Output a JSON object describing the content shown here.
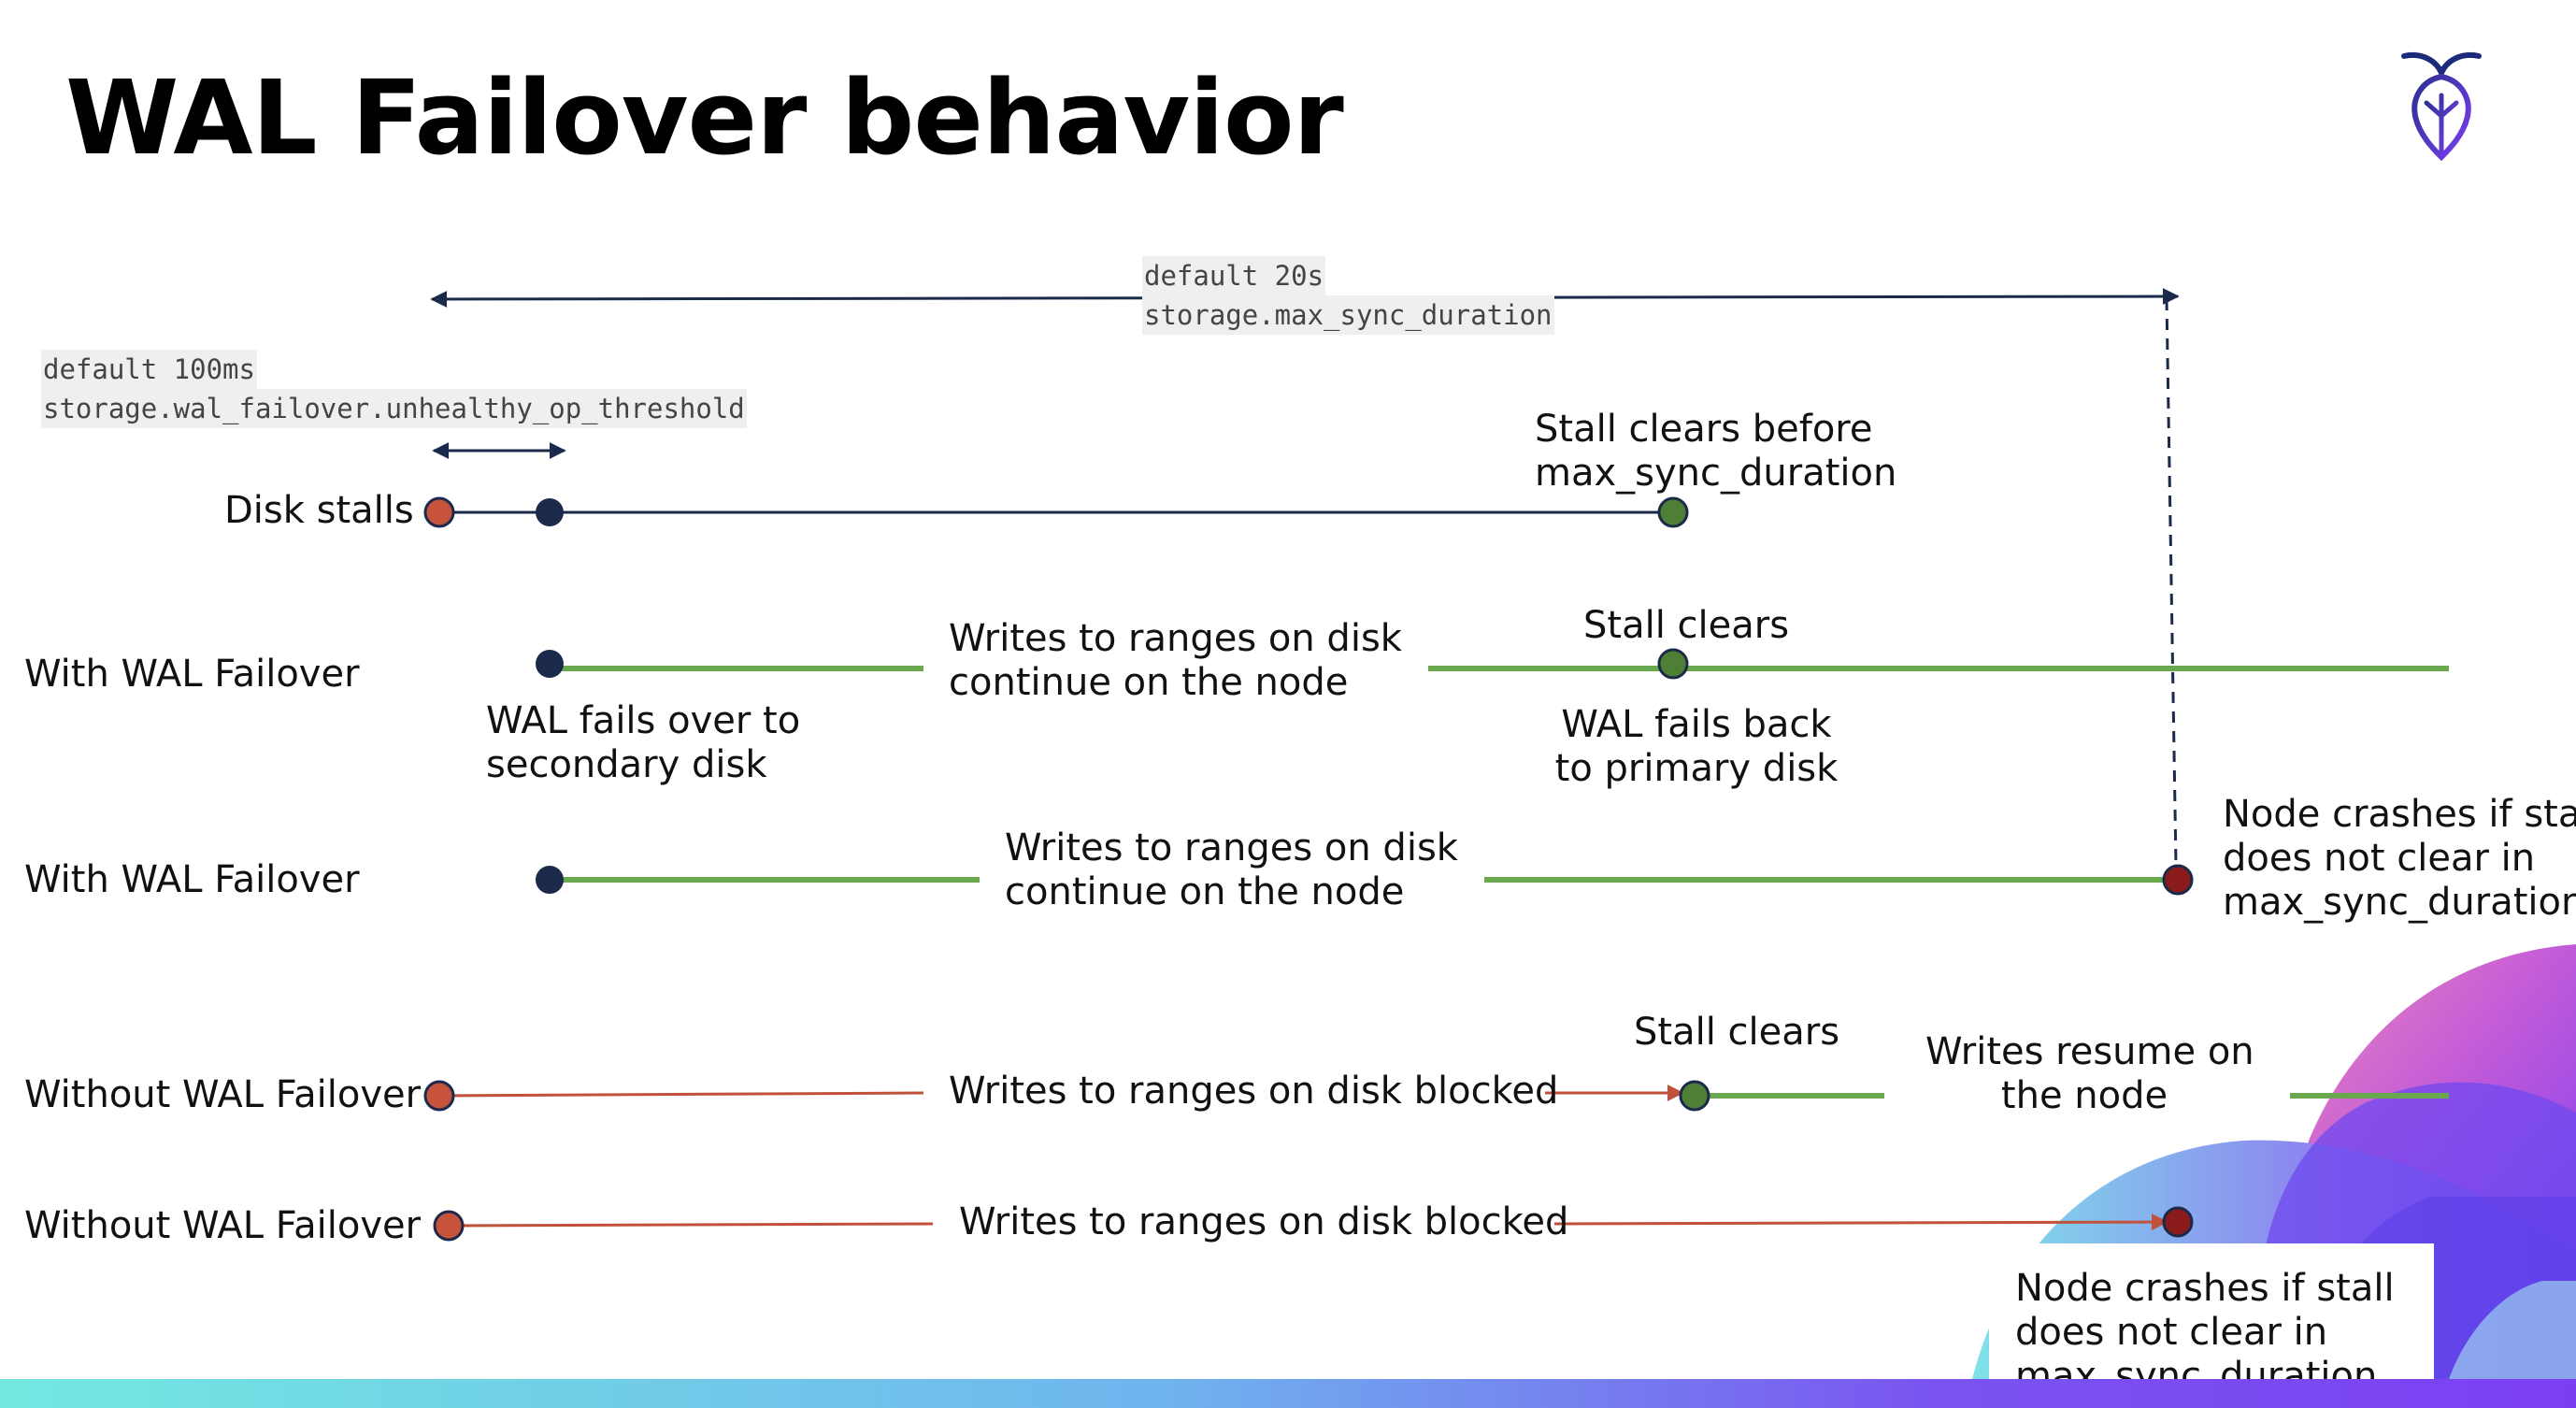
{
  "slide": {
    "title": "WAL Failover behavior",
    "logo": "cockroach-logo"
  },
  "annotations": {
    "sync_default": "default 20s",
    "sync_setting": "storage.max_sync_duration",
    "threshold_default": "default 100ms",
    "threshold_setting": "storage.wal_failover.unhealthy_op_threshold"
  },
  "rows": {
    "disk_stalls": {
      "label": "Disk stalls",
      "note_line1": "Stall clears before",
      "note_line2": "max_sync_duration"
    },
    "with_failover_1": {
      "label": "With WAL Failover",
      "fails_over_line1": "WAL fails over to",
      "fails_over_line2": "secondary disk",
      "writes_line1": "Writes to ranges on disk",
      "writes_line2": "continue on the node",
      "stall_clears": "Stall clears",
      "fails_back_line1": "WAL fails  back",
      "fails_back_line2": "to primary disk"
    },
    "with_failover_2": {
      "label": "With WAL Failover",
      "writes_line1": "Writes to ranges on disk",
      "writes_line2": "continue on the node",
      "crash_line1": "Node crashes if stall",
      "crash_line2": "does not clear in",
      "crash_line3": "max_sync_duration"
    },
    "without_failover_1": {
      "label": "Without WAL Failover",
      "blocked": "Writes to ranges on disk  blocked",
      "stall_clears": "Stall clears",
      "resume_line1": "Writes resume on",
      "resume_line2": "the node"
    },
    "without_failover_2": {
      "label": "Without WAL Failover",
      "blocked": "Writes to ranges on disk  blocked",
      "crash_line1": "Node crashes if stall",
      "crash_line2": "does not clear in",
      "crash_line3": "max_sync_duration"
    }
  },
  "colors": {
    "navy": "#1b2a4a",
    "green": "#6aa84f",
    "green_dot": "#4e7f34",
    "red_line": "#c0513a",
    "red_dot": "#c8533b",
    "crash_dot": "#8b1a1a",
    "gradient_start": "#72e8e0",
    "gradient_end": "#7b3ff2"
  }
}
